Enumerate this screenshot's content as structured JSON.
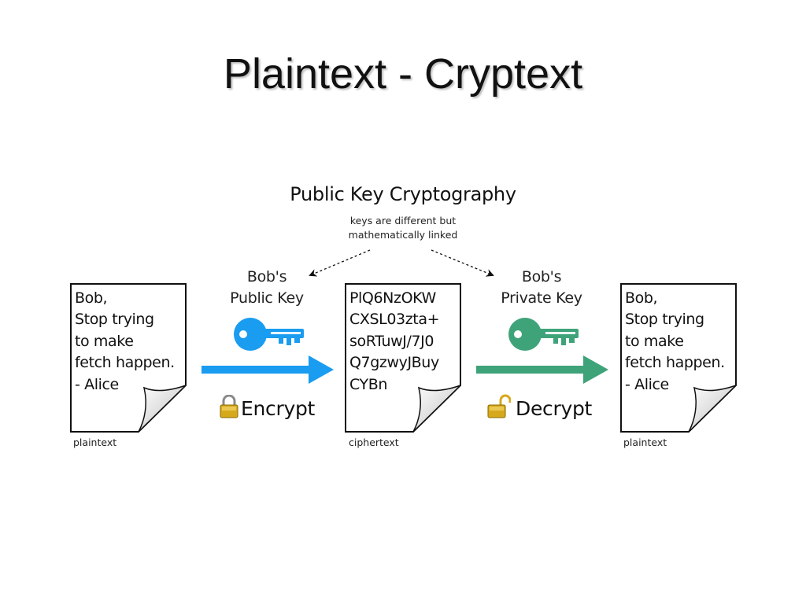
{
  "slide": {
    "title": "Plaintext - Cryptext"
  },
  "diagram": {
    "title": "Public Key Cryptography",
    "subtitle_lines": [
      "keys are different but",
      "mathematically linked"
    ],
    "plaintext_left": {
      "lines": [
        "Bob,",
        "Stop trying",
        "to make",
        "fetch happen.",
        "- Alice"
      ],
      "caption": "plaintext"
    },
    "ciphertext": {
      "lines": [
        "PlQ6NzOKW",
        "CXSL03zta+",
        "soRTuwJ/7J0",
        "Q7gzwyJBuy",
        "CYBn"
      ],
      "caption": "ciphertext"
    },
    "plaintext_right": {
      "lines": [
        "Bob,",
        "Stop trying",
        "to make",
        "fetch happen.",
        "- Alice"
      ],
      "caption": "plaintext"
    },
    "public_key": {
      "label_lines": [
        "Bob's",
        "Public Key"
      ],
      "color": "#1a9cf0",
      "icon": "key-icon"
    },
    "private_key": {
      "label_lines": [
        "Bob's",
        "Private Key"
      ],
      "color": "#3fa37a",
      "icon": "key-icon"
    },
    "encrypt": {
      "label": "Encrypt",
      "icon": "lock-closed-icon"
    },
    "decrypt": {
      "label": "Decrypt",
      "icon": "lock-open-icon"
    }
  }
}
